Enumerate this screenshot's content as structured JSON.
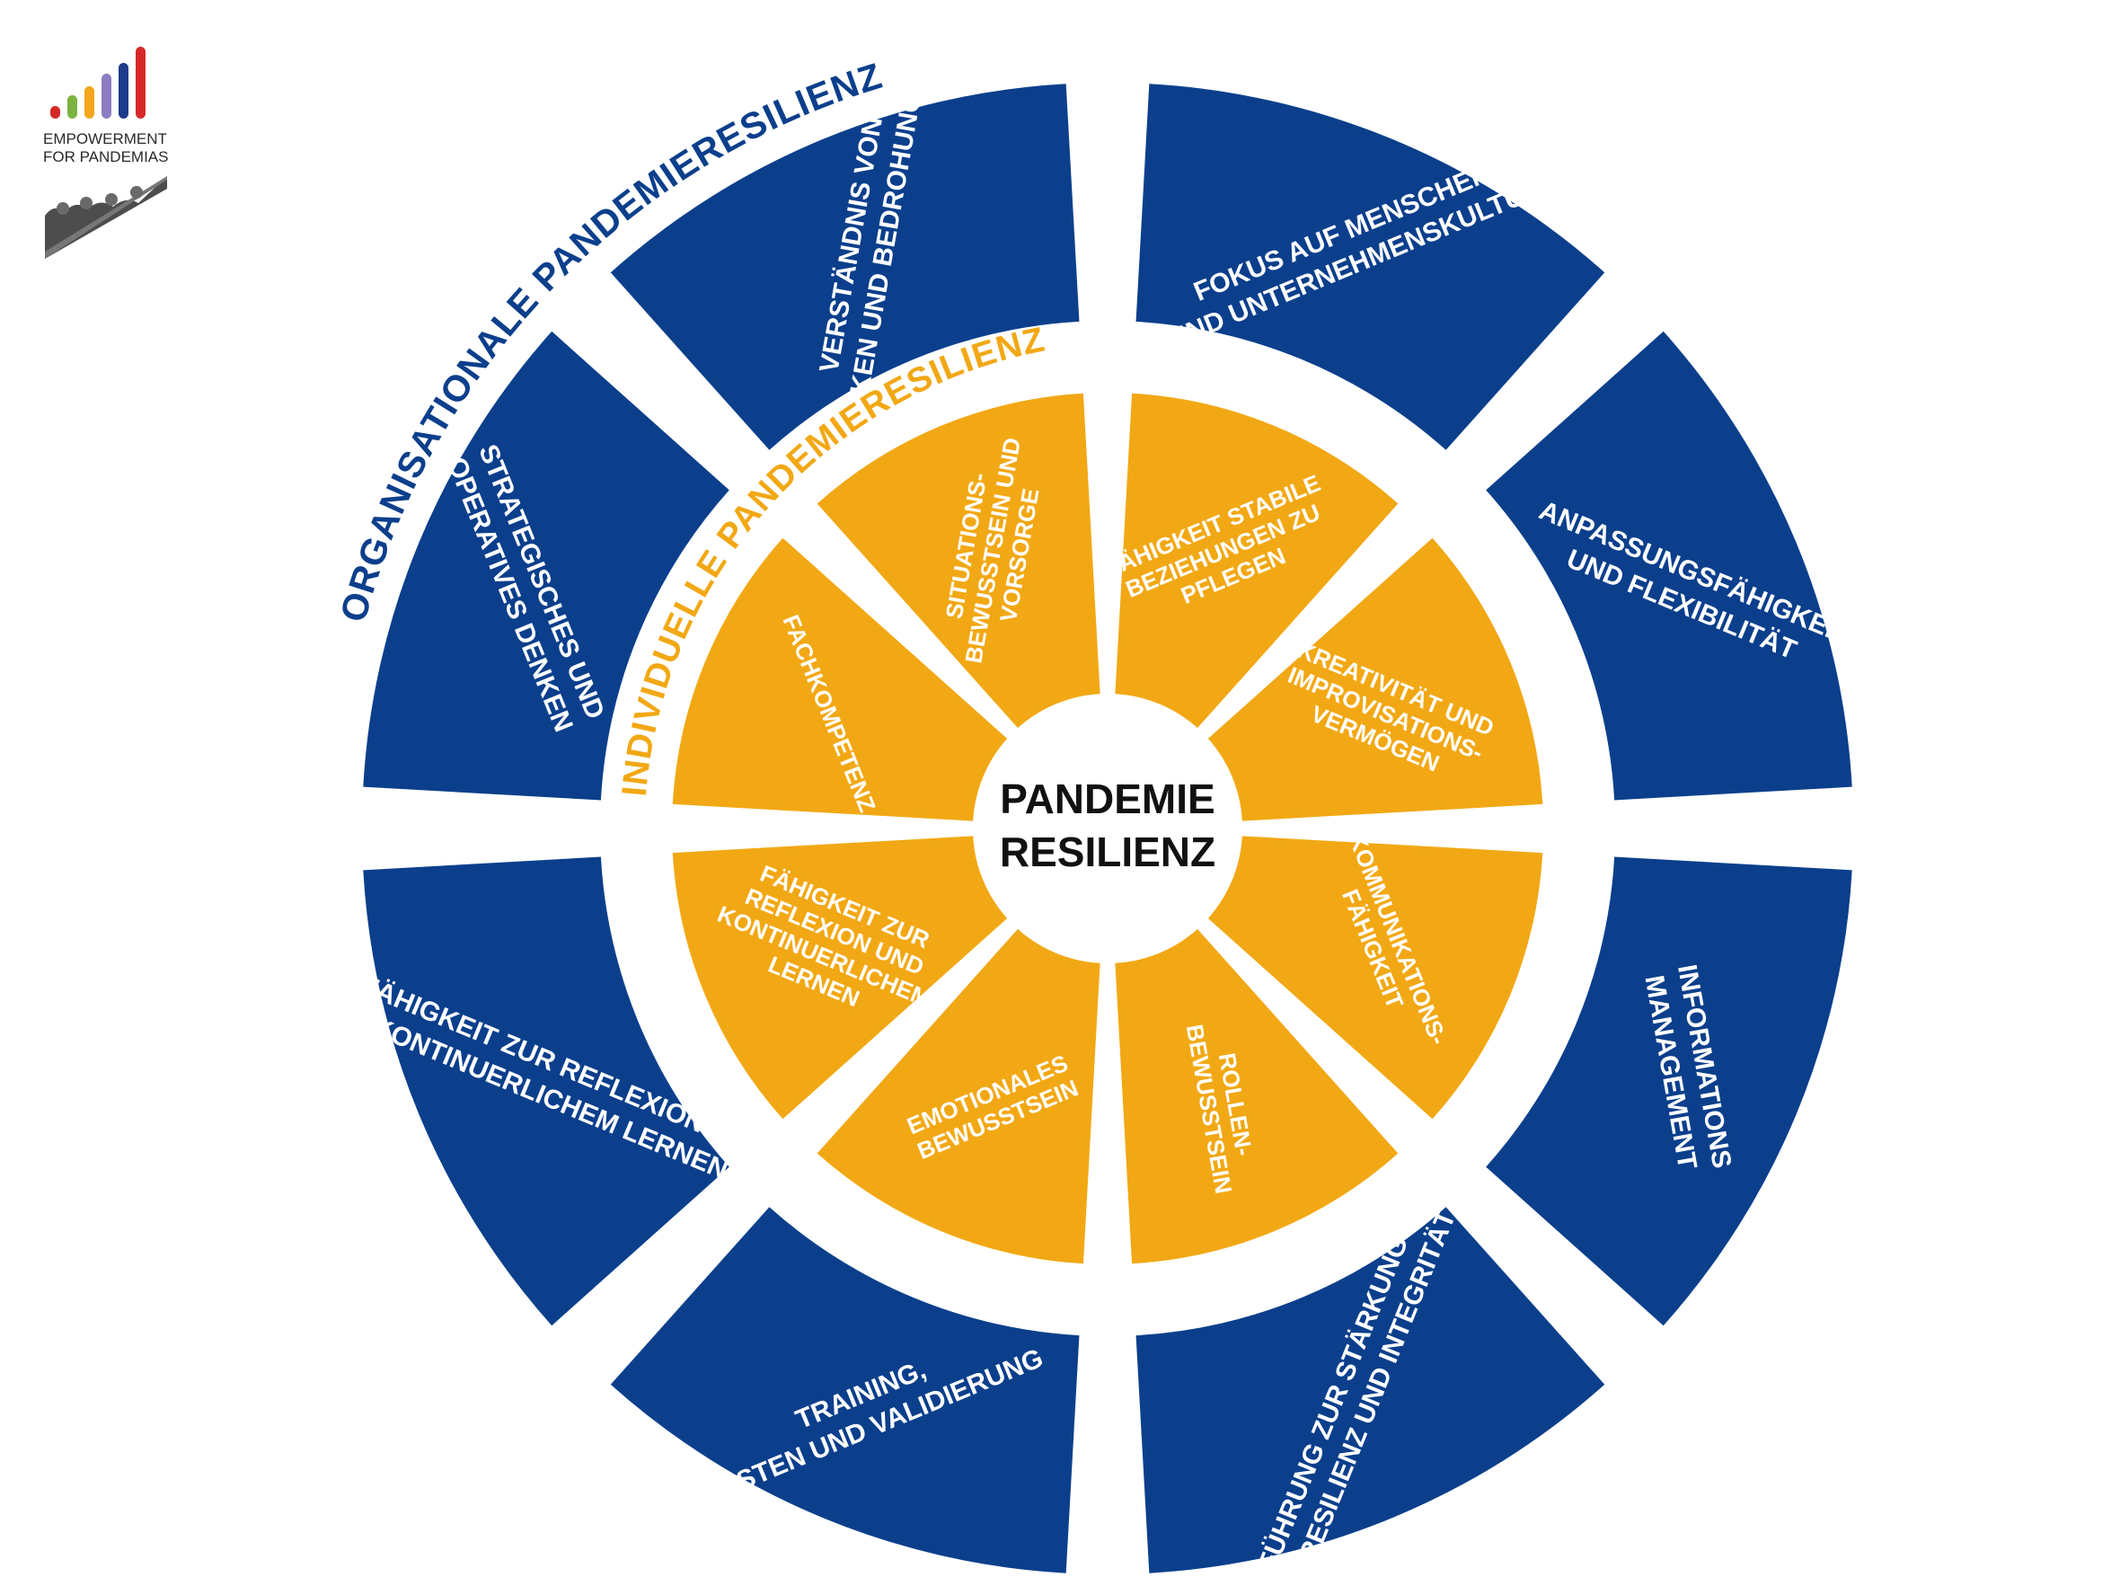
{
  "logo": {
    "line1": "EMPOWERMENT",
    "line2": "FOR PANDEMIAS",
    "bar_colors": [
      "#d62828",
      "#7cb342",
      "#f4a51c",
      "#8e7cc3",
      "#1e3a8a",
      "#d62828"
    ]
  },
  "colors": {
    "outer_ring": "#0b3f8c",
    "inner_ring": "#f2a814",
    "outer_title": "#0b3f8c",
    "inner_title": "#f2a814",
    "segment_text": "#ffffff",
    "center_text": "#111111"
  },
  "titles": {
    "outer": "ORGANISATIONALE PANDEMIERESILIENZ",
    "inner": "INDIVIDUELLE PANDEMIERESILIENZ"
  },
  "center": {
    "line1": "PANDEMIE",
    "line2": "RESILIENZ"
  },
  "outer_segments": [
    {
      "lines": [
        "FOKUS AUF MENSCHEN",
        "UND UNTERNEHMENSKULTUR"
      ]
    },
    {
      "lines": [
        "ANPASSUNGSFÄHIGKEIT",
        "UND FLEXIBILITÄT"
      ]
    },
    {
      "lines": [
        "INFORMATIONS",
        "MANAGEMENT"
      ]
    },
    {
      "lines": [
        "FÜHRUNG ZUR STÄRKUNG",
        "VON RESILIENZ UND INTEGRITÄT"
      ]
    },
    {
      "lines": [
        "TRAINING,",
        "TESTEN UND VALIDIERUNG"
      ]
    },
    {
      "lines": [
        "FÄHIGKEIT ZUR REFLEXION",
        "UND KONTINUERLICHEM LERNEN"
      ]
    },
    {
      "lines": [
        "STRATEGISCHES UND",
        "OPERATIVES DENKEN"
      ]
    },
    {
      "lines": [
        "VERSTÄNDNIS VON",
        "RISIKEN UND BEDROHUNGEN"
      ]
    }
  ],
  "inner_segments": [
    {
      "lines": [
        "FÄHIGKEIT STABILE",
        "BEZIEHUNGEN ZU",
        "PFLEGEN"
      ]
    },
    {
      "lines": [
        "KREATIVITÄT UND",
        "IMPROVISATIONS-",
        "VERMÖGEN"
      ]
    },
    {
      "lines": [
        "KOMMUNIKATIONS-",
        "FÄHIGKEIT"
      ]
    },
    {
      "lines": [
        "ROLLEN-",
        "BEWUSSTSEIN"
      ]
    },
    {
      "lines": [
        "EMOTIONALES",
        "BEWUSSTSEIN"
      ]
    },
    {
      "lines": [
        "FÄHIGKEIT ZUR",
        "REFLEXION UND",
        "KONTINUERLICHEM",
        "LERNEN"
      ]
    },
    {
      "lines": [
        "FACHKOMPETENZ"
      ]
    },
    {
      "lines": [
        "SITUATIONS-",
        "BEWUSSTSEIN UND",
        "VORSORGE"
      ]
    }
  ]
}
